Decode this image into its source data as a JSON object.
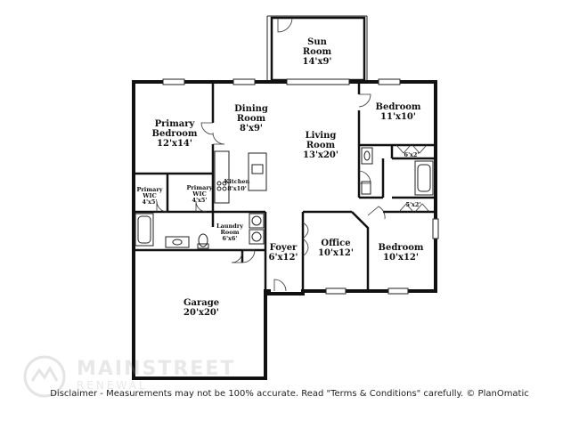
{
  "rooms": {
    "sun_room": {
      "name_1": "Sun",
      "name_2": "Room",
      "dims": "14'x9'"
    },
    "bedroom_ne": {
      "name": "Bedroom",
      "dims": "11'x10'"
    },
    "closet_ne": {
      "dims": "6'x2'"
    },
    "primary_bedroom": {
      "name_1": "Primary",
      "name_2": "Bedroom",
      "dims": "12'x14'"
    },
    "dining_room": {
      "name_1": "Dining",
      "name_2": "Room",
      "dims": "8'x9'"
    },
    "living_room": {
      "name_1": "Living",
      "name_2": "Room",
      "dims": "13'x20'"
    },
    "kitchen": {
      "name": "Kitchen",
      "dims": "8'x10'"
    },
    "primary_wic_1": {
      "name_1": "Primary",
      "name_2": "WIC",
      "dims": "4'x5'"
    },
    "primary_wic_2": {
      "name_1": "Primary",
      "name_2": "WIC",
      "dims": "4'x5'"
    },
    "closet_se": {
      "dims": "5'x2'"
    },
    "laundry_room": {
      "name_1": "Laundry",
      "name_2": "Room",
      "dims": "6'x6'"
    },
    "foyer": {
      "name": "Foyer",
      "dims": "6'x12'"
    },
    "office": {
      "name": "Office",
      "dims": "10'x12'"
    },
    "bedroom_se": {
      "name": "Bedroom",
      "dims": "10'x12'"
    },
    "garage": {
      "name": "Garage",
      "dims": "20'x20'"
    }
  },
  "watermark": {
    "brand": "MAINSTREET",
    "sub": "RENEWAL"
  },
  "disclaimer": "Disclaimer - Measurements may not be 100% accurate. Read \"Terms & Conditions\" carefully. © PlanOmatic"
}
